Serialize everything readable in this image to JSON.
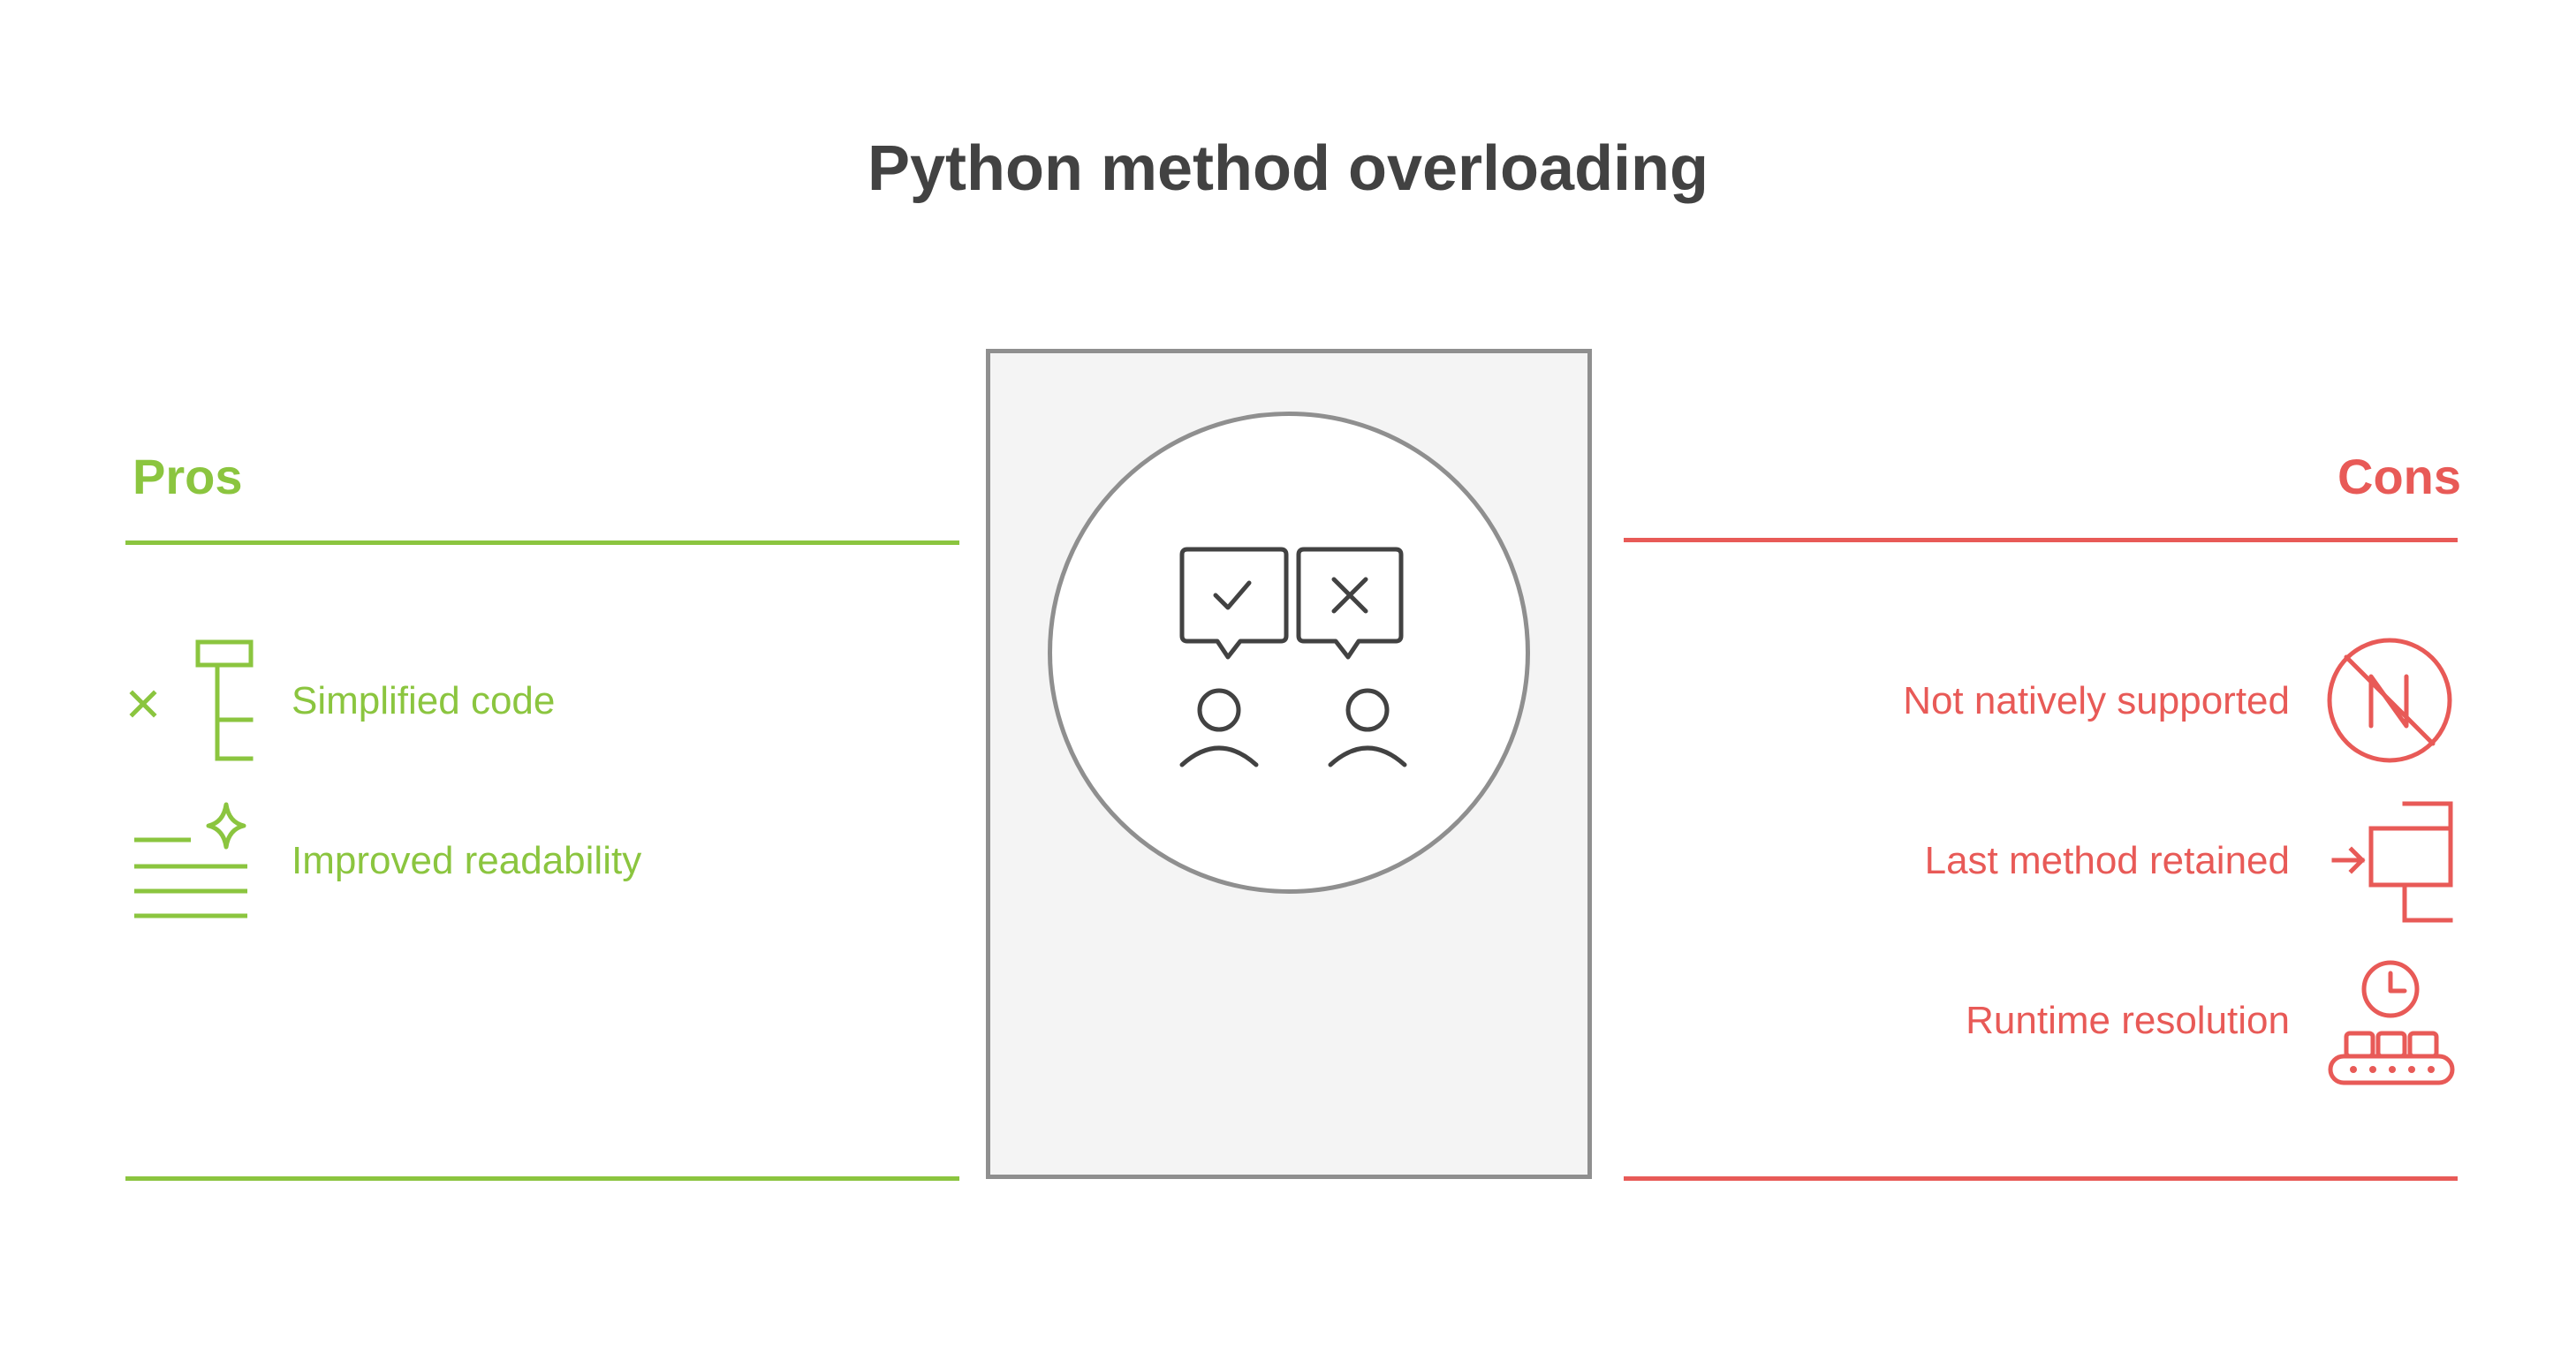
{
  "title": "Python method overloading",
  "pros": {
    "heading": "Pros",
    "color": "#8bc53f",
    "items": [
      {
        "label": "Simplified code",
        "icon": "simplify-structure-icon"
      },
      {
        "label": "Improved readability",
        "icon": "sparkle-text-icon"
      }
    ]
  },
  "cons": {
    "heading": "Cons",
    "color": "#e85a57",
    "items": [
      {
        "label": "Not natively supported",
        "icon": "no-n-circle-icon"
      },
      {
        "label": "Last method retained",
        "icon": "arrow-into-structure-icon"
      },
      {
        "label": "Runtime resolution",
        "icon": "clock-conveyor-icon"
      }
    ]
  },
  "center": {
    "icon": "debate-people-icon"
  }
}
